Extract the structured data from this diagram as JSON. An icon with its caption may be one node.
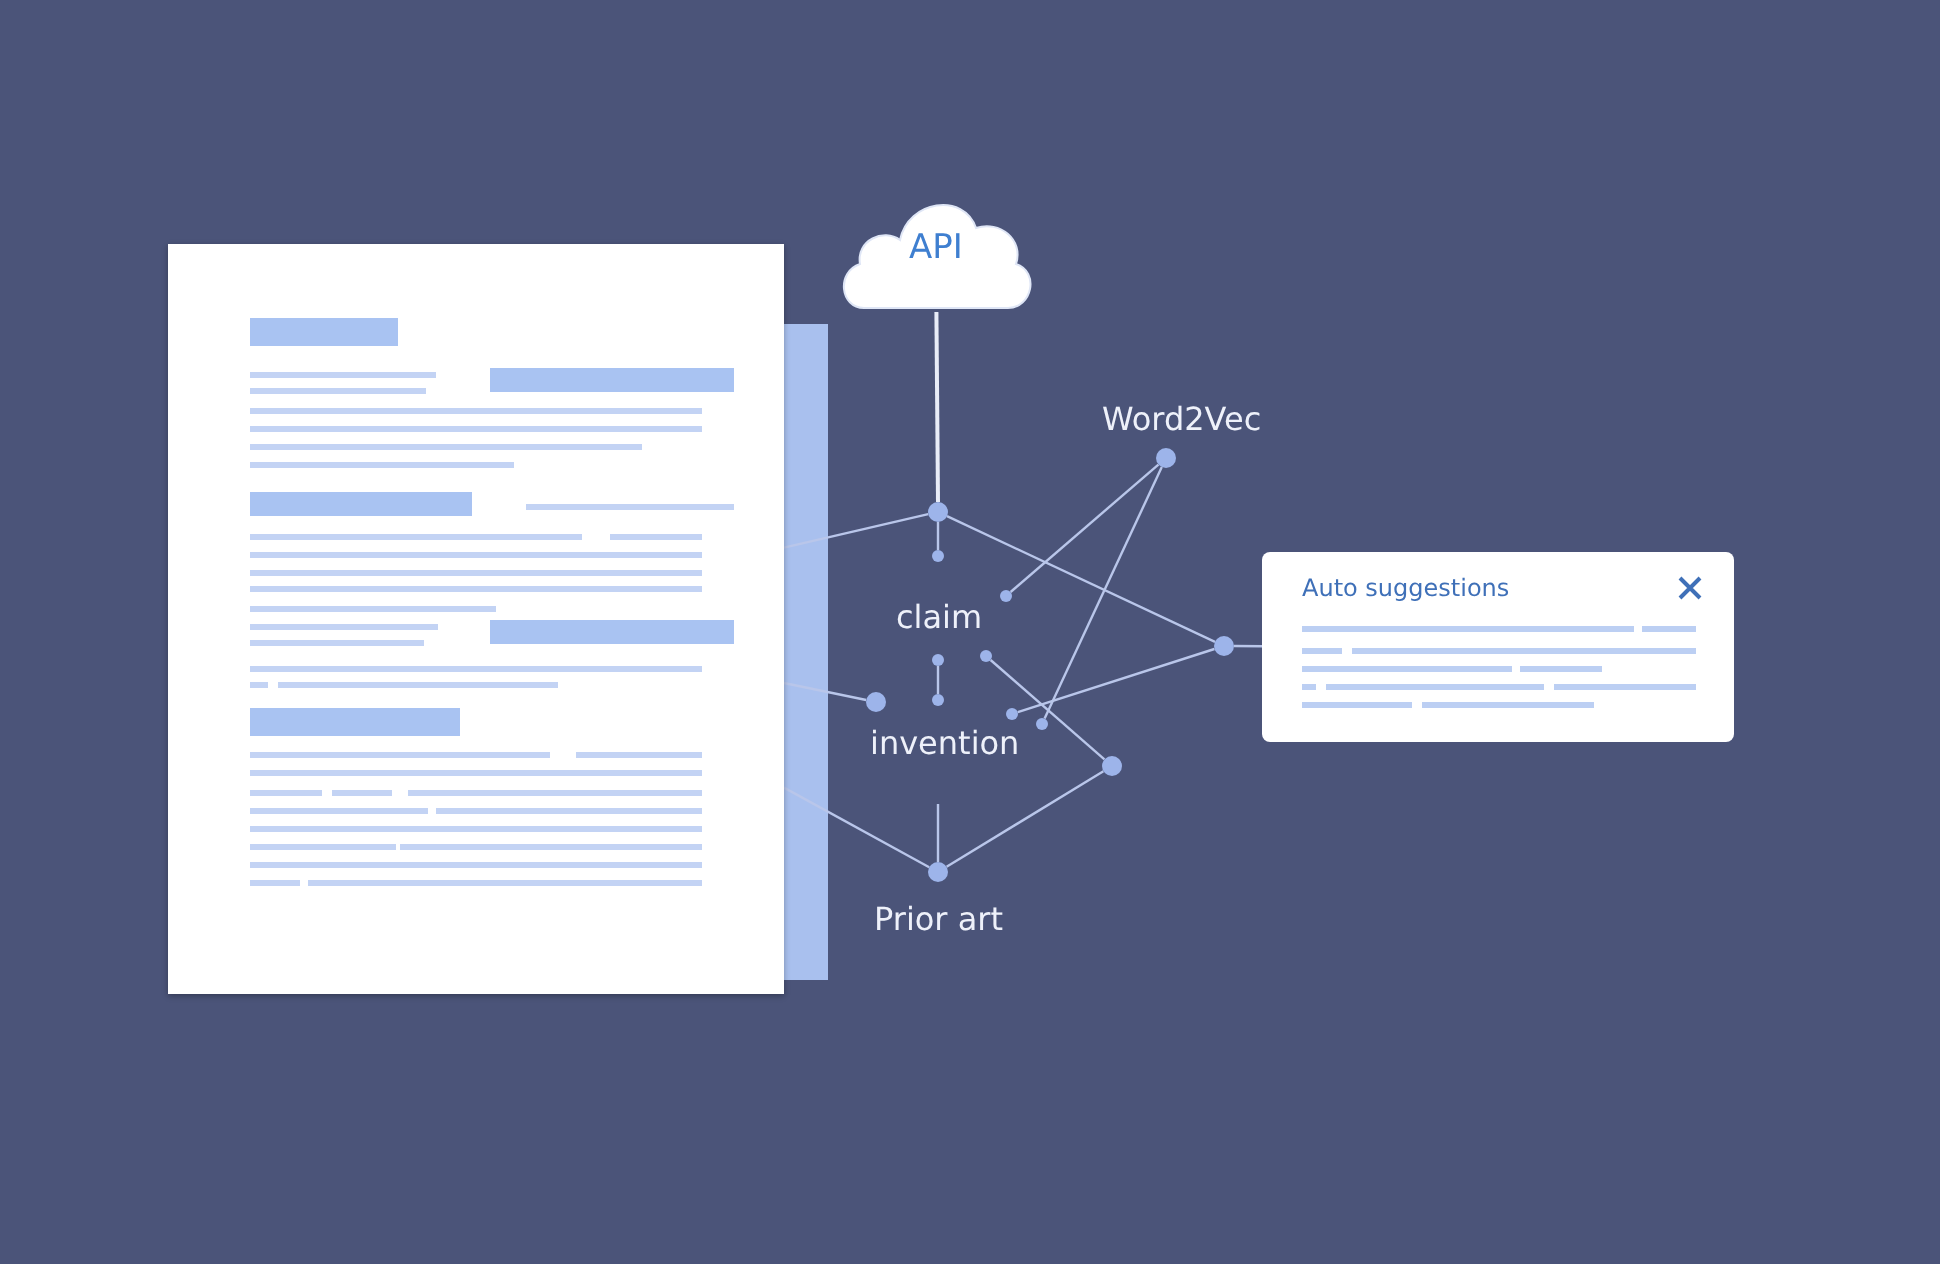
{
  "diagram": {
    "nodes": [
      {
        "text": [],
        "shape": "box"
      },
      {
        "text": [
          "API"
        ]
      },
      {
        "text": [],
        "shape": "circle"
      },
      {
        "text": [],
        "shape": "circle"
      },
      {
        "text": [],
        "shape": "circle"
      },
      {
        "text": [],
        "shape": "circle"
      },
      {
        "text": [],
        "shape": "circle"
      },
      {
        "text": [
          "Auto suggestions"
        ]
      },
      {
        "text": [],
        "shape": "circle"
      },
      {
        "text": [],
        "shape": "circle"
      },
      {
        "text": [],
        "shape": "circle"
      },
      {
        "text": [],
        "shape": "circle"
      },
      {
        "text": [],
        "shape": "circle"
      },
      {
        "text": [],
        "shape": "circle"
      },
      {
        "text": [],
        "shape": "circle"
      },
      {
        "text": [],
        "shape": "circle"
      }
    ],
    "edges": [
      {
        "from": 1,
        "to": 2,
        "arrow": "none"
      },
      {
        "from": 2,
        "to": 3,
        "arrow": "none"
      },
      {
        "from": 0,
        "to": 2,
        "arrow": "none"
      },
      {
        "from": 2,
        "to": 6,
        "arrow": "none"
      },
      {
        "from": 4,
        "to": 5,
        "arrow": "none"
      },
      {
        "from": 4,
        "to": 13,
        "arrow": "none"
      },
      {
        "from": 12,
        "to": 6,
        "arrow": "none"
      },
      {
        "from": 9,
        "to": 14,
        "arrow": "none"
      },
      {
        "from": 10,
        "to": 11,
        "arrow": "none"
      },
      {
        "from": 0,
        "to": 8,
        "arrow": "none"
      },
      {
        "from": 0,
        "to": 15,
        "arrow": "none"
      },
      {
        "from": null,
        "to": 15,
        "arrow": "none"
      },
      {
        "from": 15,
        "to": 14,
        "arrow": "none"
      },
      {
        "from": 6,
        "to": 7,
        "arrow": "none"
      }
    ],
    "labels": [
      "Word2Vec",
      "claim",
      "invention",
      "Prior art"
    ]
  }
}
